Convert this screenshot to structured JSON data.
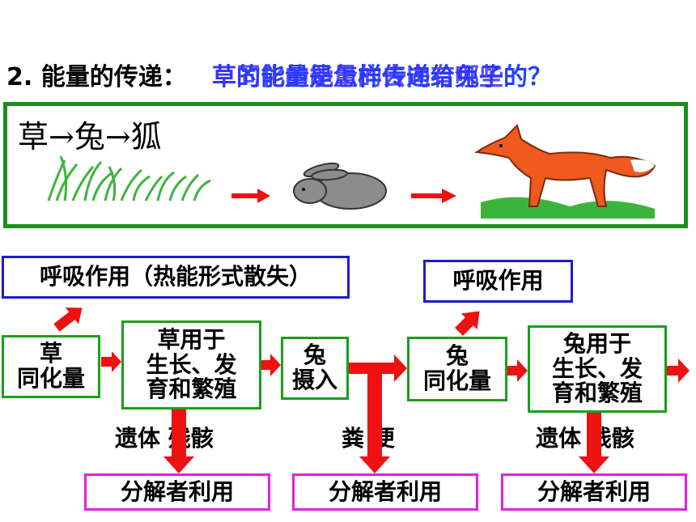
{
  "heading": {
    "number": "2.",
    "label": "能量的传递：",
    "overlapping_texts": [
      "草的能量是怎样传递给兔子的？",
      "草同化的能量的去向有哪些"
    ]
  },
  "food_chain": "草→兔→狐",
  "boxes": {
    "respiration_heat": "呼吸作用（热能形式散失）",
    "respiration": "呼吸作用",
    "grass_assimilation": "草\n同化量",
    "grass_growth": "草用于\n生长、发\n育和繁殖",
    "rabbit_intake": "兔\n摄入",
    "rabbit_assimilation": "兔\n同化量",
    "rabbit_growth": "兔用于\n生长、发\n育和繁殖",
    "decomposer_1": "分解者利用",
    "decomposer_2": "分解者利用",
    "decomposer_3": "分解者利用"
  },
  "labels": {
    "remains_1": "遗体 残骸",
    "feces": "粪 便",
    "remains_2": "遗体 残骸"
  },
  "colors": {
    "arrow": "#ee1111",
    "green_border": "#1a9f1a",
    "blue_border": "#1c1ccc",
    "magenta_border": "#e020e0",
    "heading_overlap": "#2040ff"
  }
}
